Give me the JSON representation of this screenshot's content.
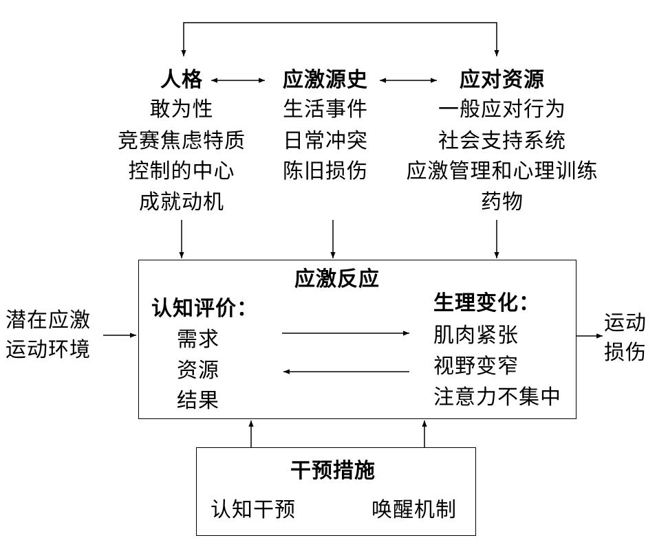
{
  "personality": {
    "title": "人格",
    "items": [
      "敢为性",
      "竞赛焦虑特质",
      "控制的中心",
      "成就动机"
    ]
  },
  "stress_history": {
    "title": "应激源史",
    "items": [
      "生活事件",
      "日常冲突",
      "陈旧损伤"
    ]
  },
  "coping_resources": {
    "title": "应对资源",
    "items": [
      "一般应对行为",
      "社会支持系统",
      "应激管理和心理训练",
      "药物"
    ]
  },
  "stress_response": {
    "title": "应激反应",
    "cognitive": {
      "title": "认知评价：",
      "items": [
        "需求",
        "资源",
        "结果"
      ]
    },
    "physiological": {
      "title": "生理变化：",
      "items": [
        "肌肉紧张",
        "视野变窄",
        "注意力不集中"
      ]
    }
  },
  "environment": {
    "lines": [
      "潜在应激",
      "运动环境"
    ]
  },
  "outcome": {
    "lines": [
      "运动",
      "损伤"
    ]
  },
  "intervention": {
    "title": "干预措施",
    "items": [
      "认知干预",
      "唤醒机制"
    ]
  }
}
